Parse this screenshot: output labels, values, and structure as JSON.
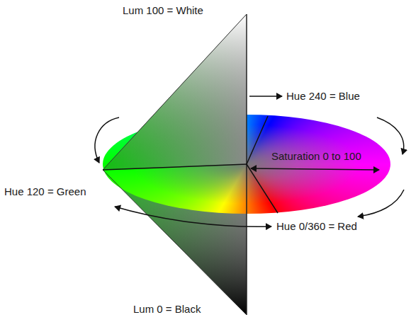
{
  "diagram": {
    "labels": [
      "Lum 100 = White",
      "Hue 240 = Blue",
      "Saturation 0 to 100",
      "Hue 120 = Green",
      "Hue 0/360 = Red",
      "Lum 0 = Black"
    ]
  }
}
